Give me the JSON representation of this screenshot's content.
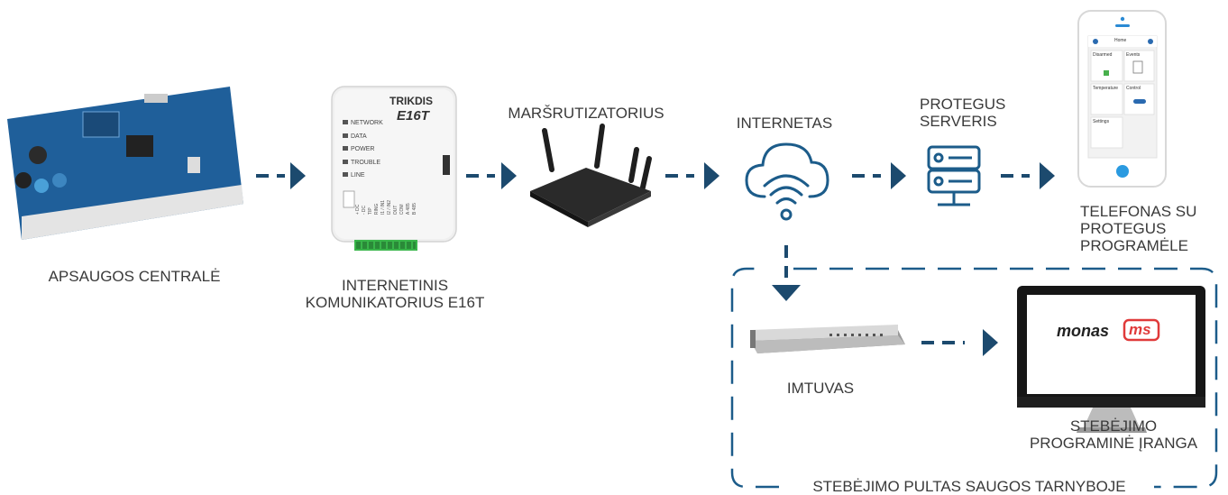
{
  "devices": {
    "panel": {
      "lines": [
        "APSAUGOS CENTRALĖ"
      ],
      "icon": "alarm-panel-board-icon"
    },
    "communicator": {
      "lines": [
        "INTERNETINIS",
        "KOMUNIKATORIUS E16T"
      ],
      "brand": "TRIKDIS",
      "model": "E16T",
      "leds": [
        "NETWORK",
        "DATA",
        "POWER",
        "TROUBLE",
        "LINE"
      ],
      "terminals": [
        "+ DC",
        "- DC",
        "TIP",
        "RING",
        "I1 / IN1",
        "I2 / IN2",
        "OUT",
        "COM",
        "A 485",
        "B 485"
      ],
      "icon": "communicator-icon"
    },
    "router": {
      "lines": [
        "MARŠRUTIZATORIUS"
      ],
      "icon": "router-icon"
    },
    "internet": {
      "lines": [
        "INTERNETAS"
      ],
      "icon": "cloud-wifi-icon"
    },
    "server": {
      "lines": [
        "PROTEGUS",
        "SERVERIS"
      ],
      "icon": "server-icon"
    },
    "phone": {
      "lines": [
        "TELEFONAS SU",
        "PROTEGUS",
        "PROGRAMĖLE"
      ],
      "app_tiles": [
        "Disarmed",
        "Events",
        "Temperature",
        "Control",
        "Settings"
      ],
      "app_header": "Home",
      "icon": "smartphone-icon"
    },
    "receiver": {
      "lines": [
        "IMTUVAS"
      ],
      "icon": "receiver-rack-icon"
    },
    "monitor": {
      "lines": [
        "STEBĖJIMO",
        "PROGRAMINĖ ĮRANGA"
      ],
      "logo_text": "monas",
      "logo_badge": "ms",
      "icon": "monitor-icon"
    }
  },
  "station": {
    "label": "STEBĖJIMO PULTAS SAUGOS TARNYBOJE"
  },
  "colors": {
    "arrow": "#1c4a6e",
    "box": "#1c5c8a",
    "icon": "#1c5c8a",
    "text": "#3a3a3a",
    "monas_red": "#e03a3a"
  }
}
